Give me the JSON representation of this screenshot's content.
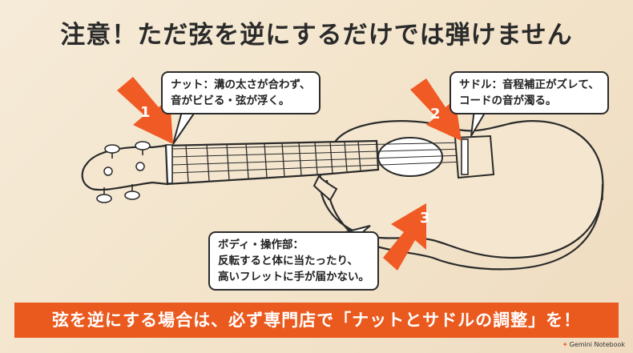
{
  "title": "注意！ただ弦を逆にするだけでは弾けません",
  "callouts": [
    {
      "number": "1",
      "lines": [
        "ナット：溝の太さが合わず、",
        "音がビビる・弦が浮く。"
      ]
    },
    {
      "number": "2",
      "lines": [
        "サドル：音程補正がズレて、",
        "コードの音が濁る。"
      ]
    },
    {
      "number": "3",
      "lines": [
        "ボディ・操作部：",
        "反転すると体に当たったり、",
        "高いフレットに手が届かない。"
      ]
    }
  ],
  "banner": "弦を逆にする場合は、必ず専門店で「ナットとサドルの調整」を！",
  "footer": "Gemini Notebook",
  "colors": {
    "accent": "#ea5a1f",
    "arrow": "#f05a24",
    "outline": "#2b2b2b"
  }
}
